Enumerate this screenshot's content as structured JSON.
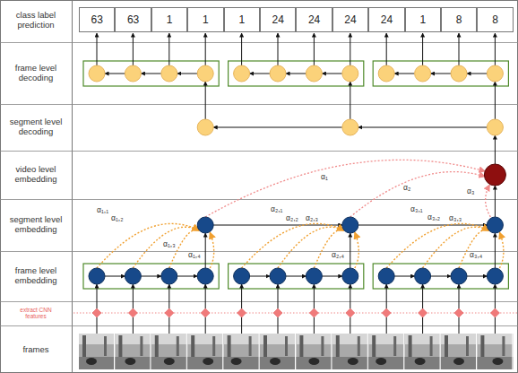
{
  "diagram": {
    "nodes": [
      {
        "text": [
          "63"
        ]
      },
      {
        "text": [
          "63"
        ]
      },
      {
        "text": [
          "1"
        ]
      },
      {
        "text": [
          "1"
        ]
      },
      {
        "text": [
          "1"
        ]
      },
      {
        "text": [
          "24"
        ]
      },
      {
        "text": [
          "24"
        ]
      },
      {
        "text": [
          "24"
        ]
      },
      {
        "text": [
          "24"
        ]
      },
      {
        "text": [
          "1"
        ]
      },
      {
        "text": [
          "8"
        ]
      },
      {
        "text": [
          "8"
        ]
      }
    ],
    "labels": [
      "class label prediction",
      "frame level decoding",
      "segment level decoding",
      "video level embedding",
      "segment level embedding",
      "frame level embedding",
      "extract CNN features",
      "frames",
      "α₁",
      "α₂",
      "α₃",
      "α₁,₁",
      "α₁,₂",
      "α₁,₃",
      "α₁,₄",
      "α₂,₁",
      "α₂,₂",
      "α₂,₃",
      "α₂,₄",
      "α₃,₁",
      "α₃,₂",
      "α₃,₃",
      "α₃,₄"
    ]
  }
}
